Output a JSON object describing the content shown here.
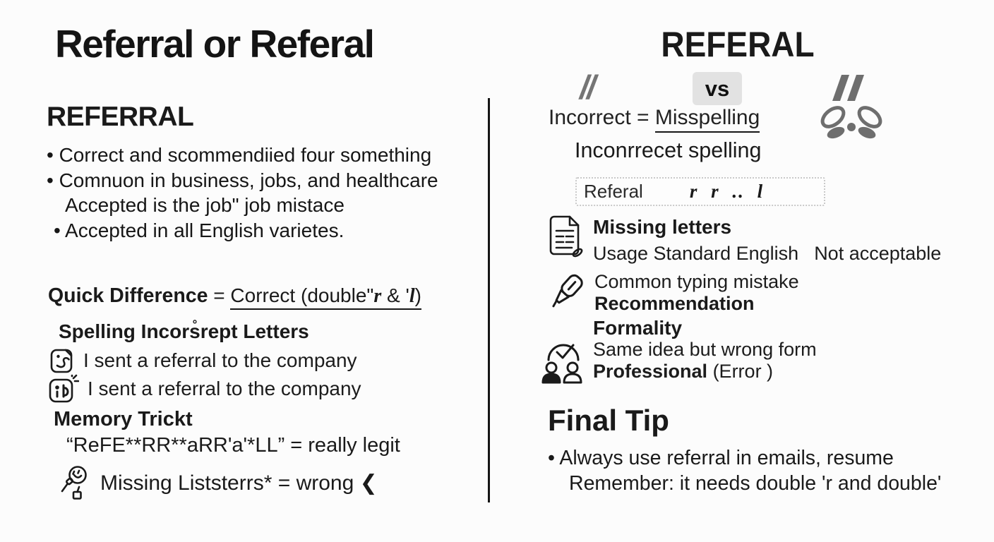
{
  "colors": {
    "ink": "#1a1a1a",
    "icon_gray": "#6e6e6e",
    "vs_badge_bg": "#e2e2e2",
    "word_box_border": "#c9c9c9",
    "background": "#fcfcfc"
  },
  "left": {
    "title": "Referral or Referal",
    "heading": "REFERRAL",
    "bullets": [
      "• Correct and scommendiied four something",
      "• Comnuon in business, jobs, and healthcare",
      "Accepted is the jobʺ job mistace",
      "• Accepted in all English varietes."
    ],
    "quick_difference": {
      "label": "Quick Difference",
      "eq": " = ",
      "correct_prefix": "Correct (double\"",
      "r": "r",
      "amp": " & '",
      "l": "l",
      "suffix": ")"
    },
    "spelling_heading": "Spelling Incors̊rept Letters",
    "examples": [
      {
        "icon": "doc-squiggle-icon",
        "text": "I sent a referral to the company"
      },
      {
        "icon": "id-card-icon",
        "text": "I sent a referral to the company"
      }
    ],
    "memory_heading": "Memory Trickt",
    "memory_line": "“ReFE**RR**aRR'a'*LL” = really legit",
    "missing_line": "Missing Liststerrs* = wrong ❮"
  },
  "right": {
    "title": "REFERAL",
    "quote_mark": "//",
    "vs": "vs",
    "incorrect_label": "Incorrect = ",
    "incorrect_underlined": "Misspelling",
    "subtitle": "Inconrrecet spelling",
    "word_box": {
      "word": "Referal",
      "letters": "r r .. l"
    },
    "features": [
      {
        "icon": "document-pencil-icon",
        "title": "Missing letters",
        "sub_a": "Usage Standard English",
        "sub_b": "Not acceptable"
      },
      {
        "icon": "marker-pen-icon",
        "line1": "Common typing mistake",
        "line2": "Recommendation"
      },
      {
        "icon": "people-check-icon",
        "title": "Formality",
        "line1": "Same idea but wrong form",
        "bold": "Professional",
        "paren": " (Error )"
      }
    ],
    "final_tip_heading": "Final Tip",
    "final_tip_bullet": "• Always use referral in emails, resume",
    "final_tip_line2": "Remember: it needs double 'r and double'"
  }
}
